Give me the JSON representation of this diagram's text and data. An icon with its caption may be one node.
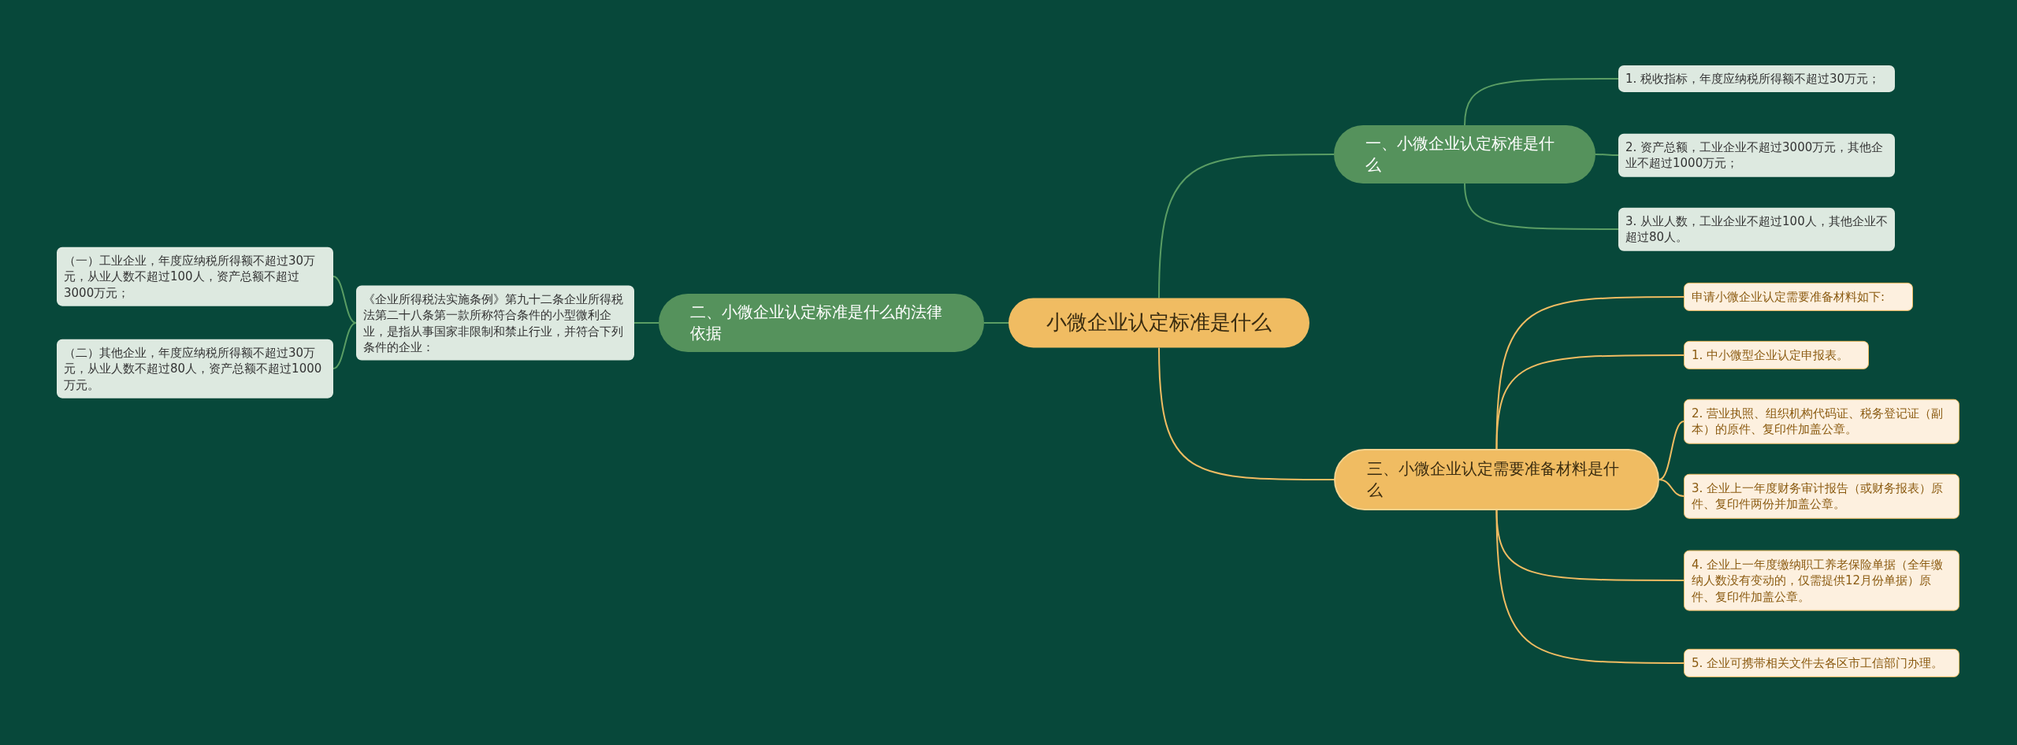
{
  "diagram": {
    "nodes": [
      {
        "text": [
          "小微企业认定标准是什么"
        ]
      },
      {
        "text": [
          "一、小微企业认定标准是什么"
        ]
      },
      {
        "text": [
          "1. 税收指标，年度应纳税所得额不超过30万元；"
        ]
      },
      {
        "text": [
          "2. 资产总额，工业企业不超过3000万元，其他企业不超过1000万元；"
        ]
      },
      {
        "text": [
          "3. 从业人数，工业企业不超过100人，其他企业不超过80人。"
        ]
      },
      {
        "text": [
          "二、小微企业认定标准是什么的法律依据"
        ]
      },
      {
        "text": [
          "《企业所得税法实施条例》第九十二条企业所得税法第二十八条第一款所称符合条件的小型微利企业，是指从事国家非限制和禁止行业，并符合下列条件的企业："
        ]
      },
      {
        "text": [
          "（一）工业企业，年度应纳税所得额不超过30万元，从业人数不超过100人，资产总额不超过3000万元；"
        ]
      },
      {
        "text": [
          "（二）其他企业，年度应纳税所得额不超过30万元，从业人数不超过80人，资产总额不超过1000万元。"
        ]
      },
      {
        "text": [
          "三、小微企业认定需要准备材料是什么"
        ]
      },
      {
        "text": [
          "申请小微企业认定需要准备材料如下:"
        ]
      },
      {
        "text": [
          "1. 中小微型企业认定申报表。"
        ]
      },
      {
        "text": [
          "2. 营业执照、组织机构代码证、税务登记证（副本）的原件、复印件加盖公章。"
        ]
      },
      {
        "text": [
          "3. 企业上一年度财务审计报告（或财务报表）原件、复印件两份并加盖公章。"
        ]
      },
      {
        "text": [
          "4. 企业上一年度缴纳职工养老保险单据（全年缴纳人数没有变动的，仅需提供12月份单据）原件、复印件加盖公章。"
        ]
      },
      {
        "text": [
          "5. 企业可携带相关文件去各区市工信部门办理。"
        ]
      }
    ],
    "edges": [
      {
        "from": 0,
        "to": 1,
        "arrow": "none"
      },
      {
        "from": 1,
        "to": 2,
        "arrow": "none"
      },
      {
        "from": 1,
        "to": 3,
        "arrow": "none"
      },
      {
        "from": 1,
        "to": 4,
        "arrow": "none"
      },
      {
        "from": 0,
        "to": 5,
        "arrow": "none"
      },
      {
        "from": 5,
        "to": 6,
        "arrow": "none"
      },
      {
        "from": 6,
        "to": 7,
        "arrow": "none"
      },
      {
        "from": 6,
        "to": 8,
        "arrow": "none"
      },
      {
        "from": 0,
        "to": 9,
        "arrow": "none",
        "color": "#f0bc62"
      },
      {
        "from": 9,
        "to": 10,
        "arrow": "none",
        "color": "#f0bc62"
      },
      {
        "from": 9,
        "to": 11,
        "arrow": "none",
        "color": "#f0bc62"
      },
      {
        "from": 9,
        "to": 12,
        "arrow": "none",
        "color": "#f0bc62"
      },
      {
        "from": 9,
        "to": 13,
        "arrow": "none",
        "color": "#f0bc62"
      },
      {
        "from": 9,
        "to": 14,
        "arrow": "none",
        "color": "#f0bc62"
      },
      {
        "from": 9,
        "to": 15,
        "arrow": "none",
        "color": "#f0bc62"
      }
    ]
  }
}
